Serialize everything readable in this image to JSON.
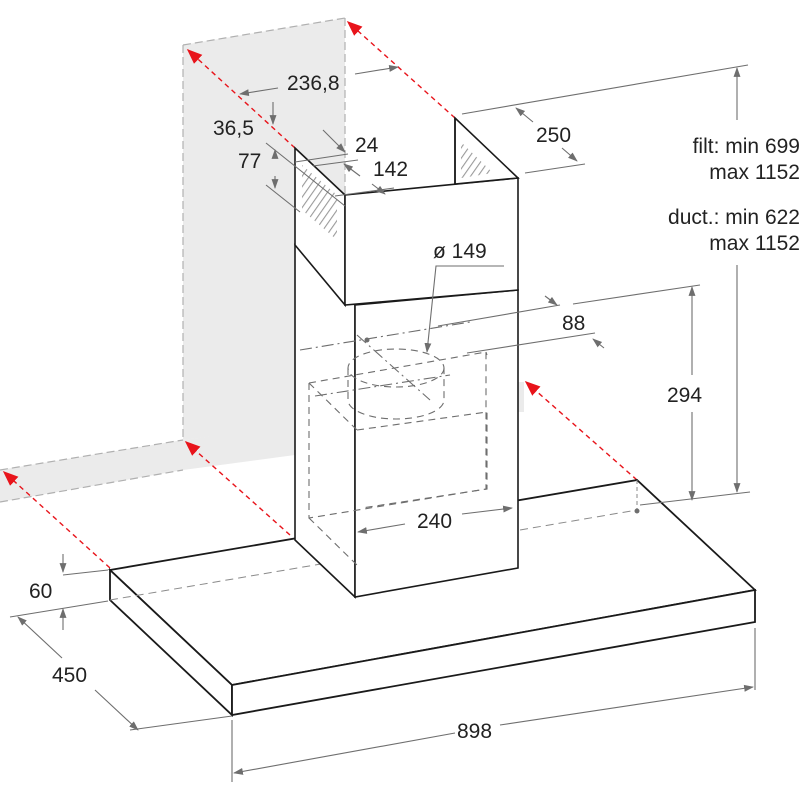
{
  "drawing": {
    "subject": "chimney cooker hood dimensional drawing",
    "colors": {
      "outline": "#1a1a1a",
      "dimension_line": "#6e6e6e",
      "wall_fill": "#ebebeb",
      "wall_edge": "#b0b0b0",
      "mounting_axis": "#e8141b",
      "text": "#222222"
    },
    "dimensions": {
      "chimney_top_width": "236,8",
      "bracket_offset": "36,5",
      "vent_height": "77",
      "vent_offset": "24",
      "vent_width": "142",
      "chimney_depth": "250",
      "outlet_diameter": "ø 149",
      "outlet_offset": "88",
      "lower_height": "294",
      "chimney_bottom_width": "240",
      "hood_thickness": "60",
      "hood_depth": "450",
      "hood_width": "898"
    },
    "height_notes": [
      {
        "label": "filt:",
        "min_label": "min",
        "min": "699",
        "max_label": "max",
        "max": "1152"
      },
      {
        "label": "duct.:",
        "min_label": "min",
        "min": "622",
        "max_label": "max",
        "max": "1152"
      }
    ]
  }
}
